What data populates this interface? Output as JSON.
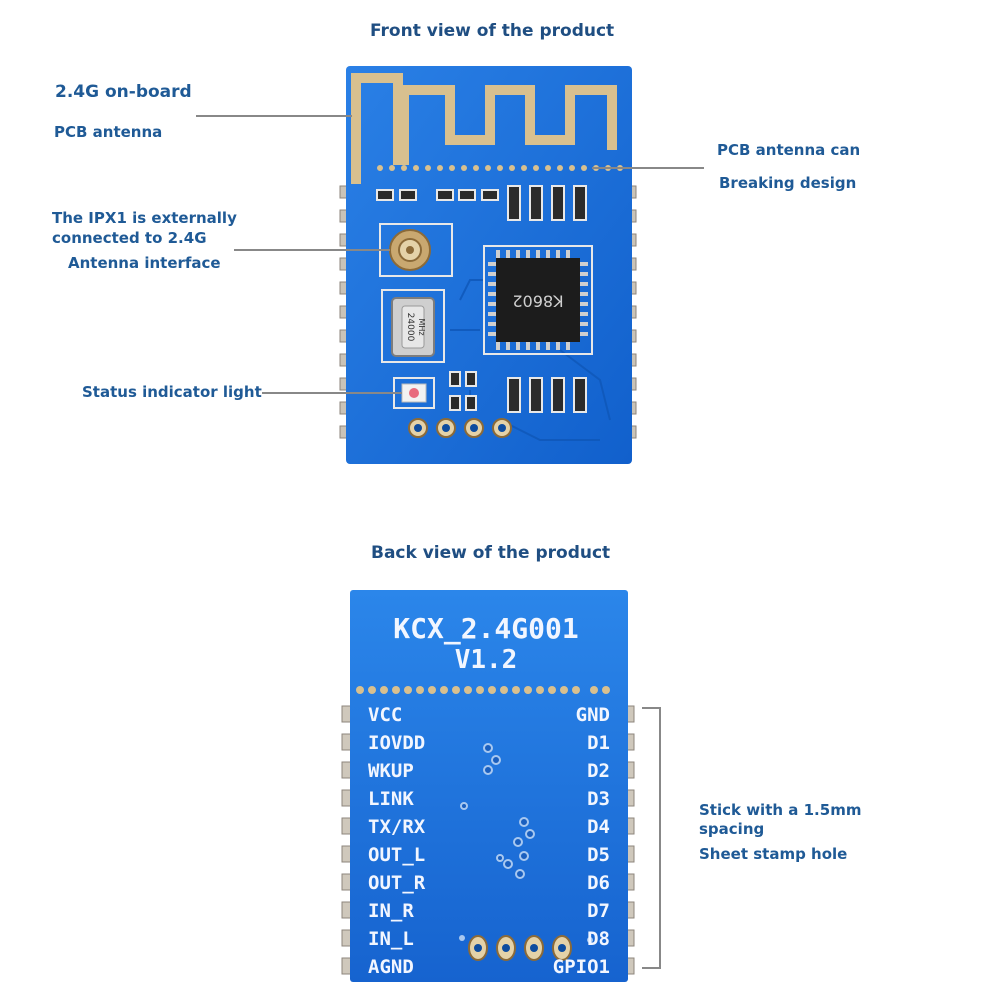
{
  "front": {
    "title": "Front view of the product",
    "chip_marking": "K8602",
    "crystal_marking_1": "24000",
    "crystal_marking_2": "MHz",
    "callouts": {
      "antenna_line1": "2.4G on-board",
      "antenna_line2": "PCB antenna",
      "breaking_line1": "PCB antenna can",
      "breaking_line2": "Breaking design",
      "ipx_line1": "The IPX1 is externally",
      "ipx_line2": "connected to 2.4G",
      "ipx_line3": "Antenna interface",
      "status": "Status indicator light"
    }
  },
  "back": {
    "title": "Back view of the product",
    "model": "KCX_2.4G001",
    "version": "V1.2",
    "left_pins": [
      "VCC",
      "IOVDD",
      "WKUP",
      "LINK",
      "TX/RX",
      "OUT_L",
      "OUT_R",
      "IN_R",
      "IN_L",
      "AGND"
    ],
    "right_pins": [
      "GND",
      "D1",
      "D2",
      "D3",
      "D4",
      "D5",
      "D6",
      "D7",
      "D8",
      "GPIO1"
    ],
    "callouts": {
      "stamp_line1": "Stick with a 1.5mm",
      "stamp_line2": "spacing",
      "stamp_line3": "Sheet stamp hole"
    }
  },
  "colors": {
    "pcb": "#1a6fd6",
    "pcb_dark": "#0f57b8",
    "gold": "#d4b78a",
    "label": "#1f5a96"
  }
}
